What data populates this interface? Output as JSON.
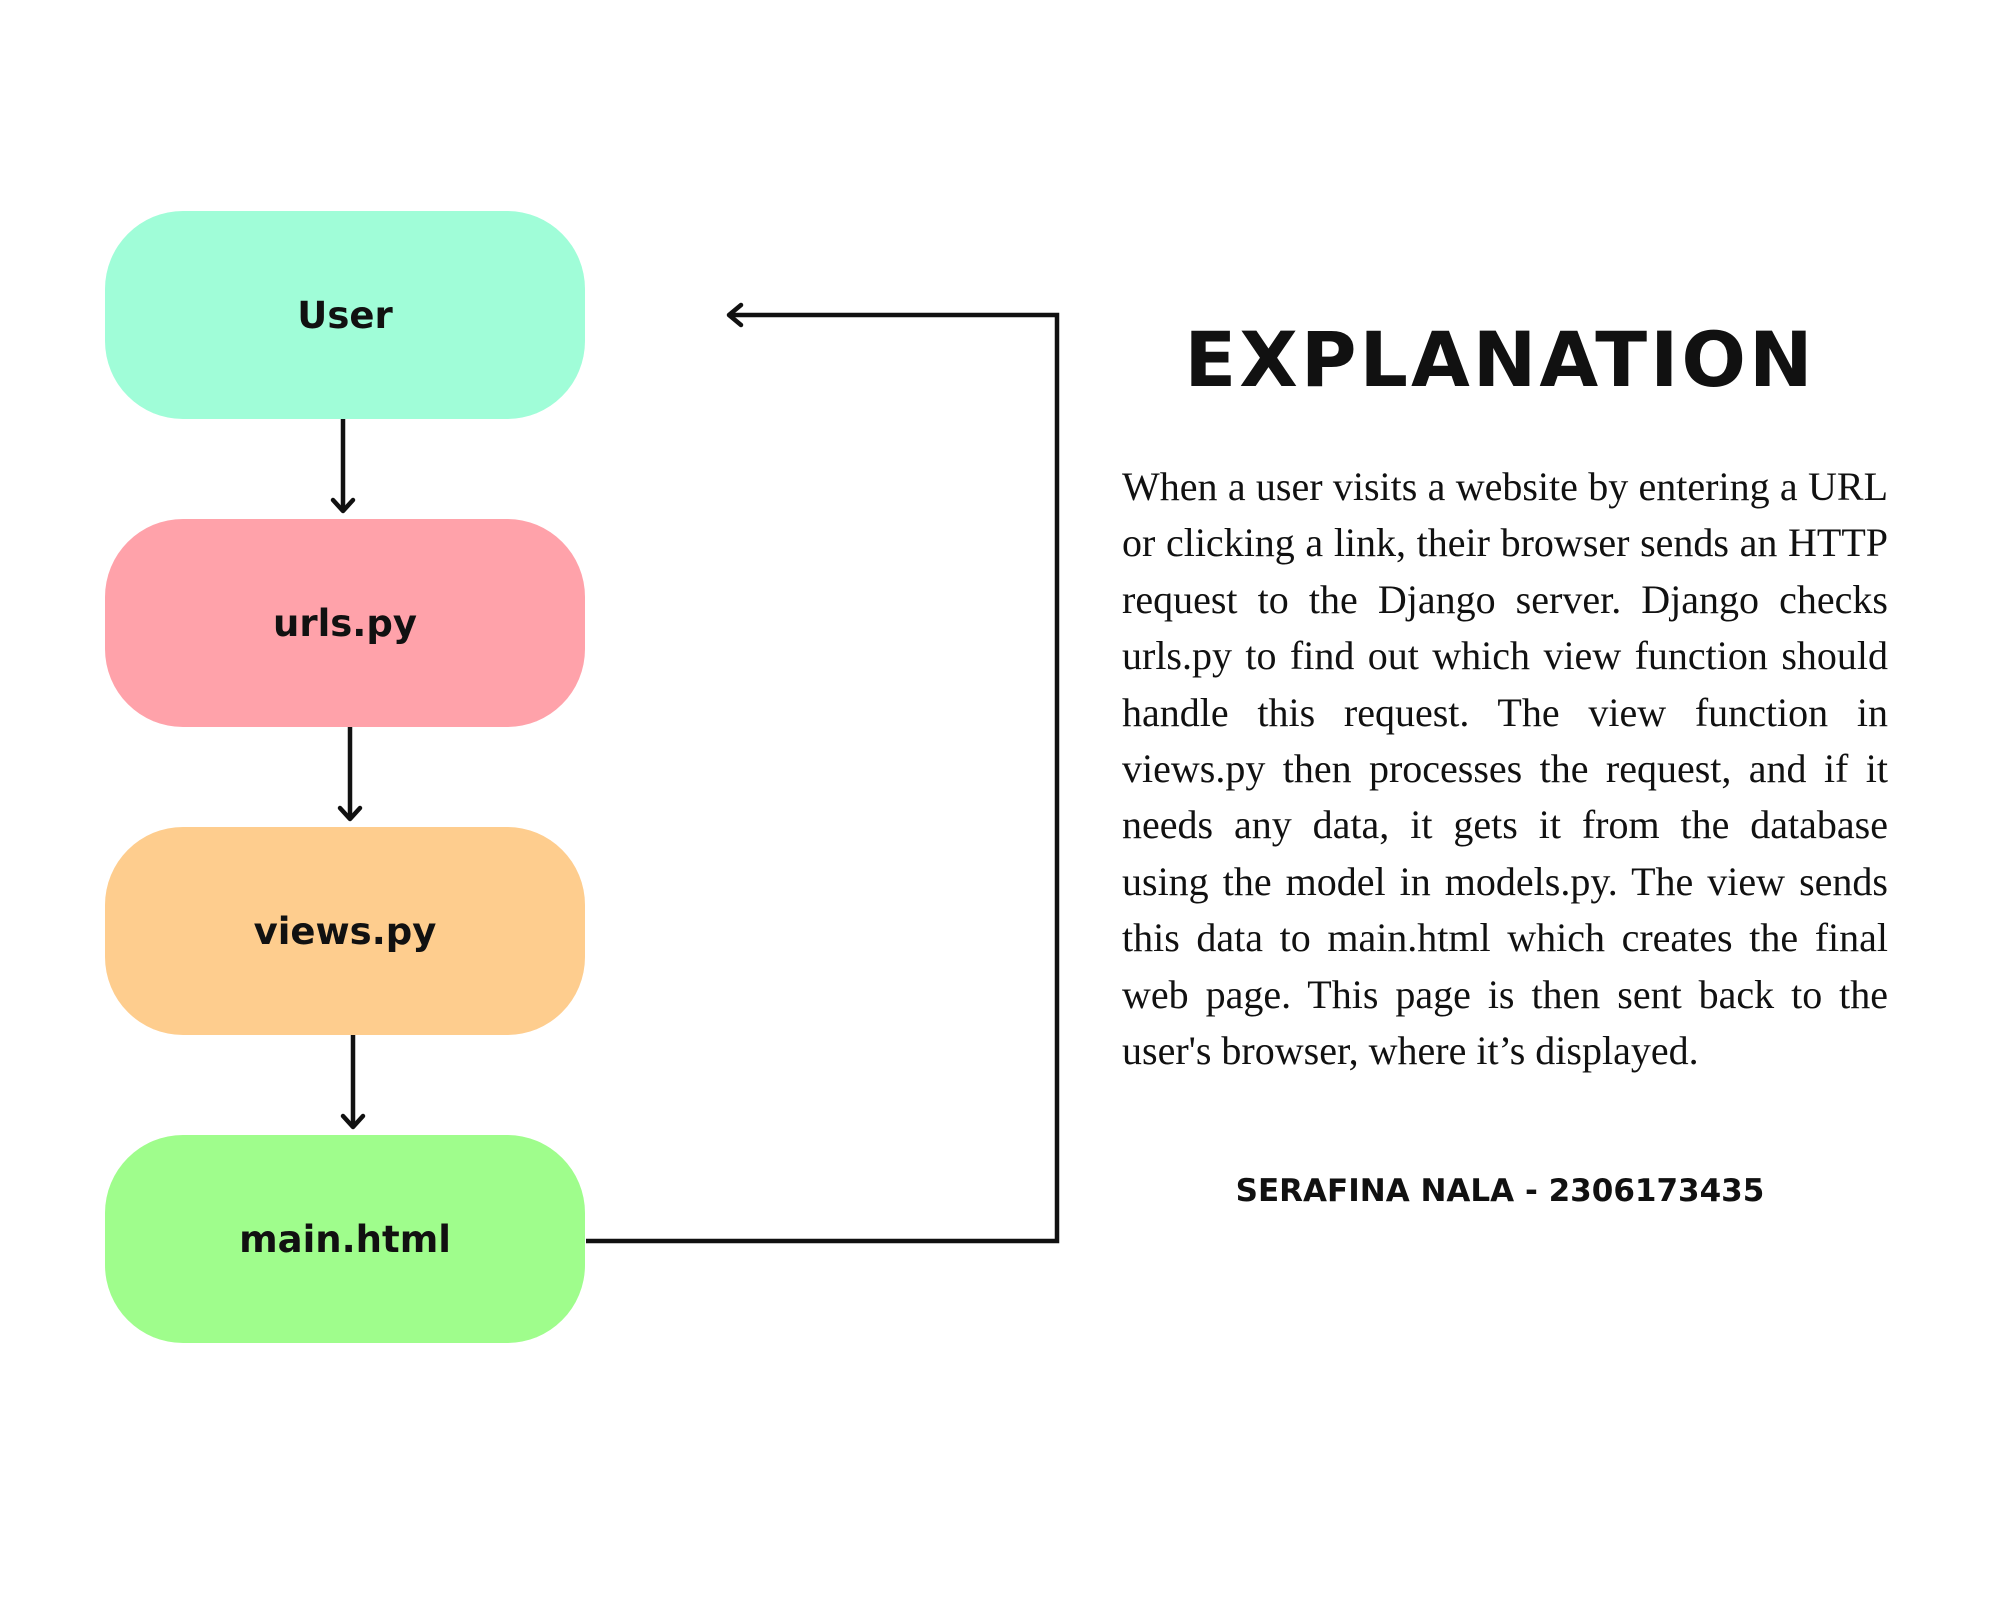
{
  "diagram": {
    "nodes": [
      {
        "id": "user",
        "label": "User",
        "color": "#a0fdd8"
      },
      {
        "id": "urls",
        "label": "urls.py",
        "color": "#ffa2aa"
      },
      {
        "id": "views",
        "label": "views.py",
        "color": "#fecd8e"
      },
      {
        "id": "main",
        "label": "main.html",
        "color": "#9ffd8c"
      }
    ],
    "edges": [
      {
        "from": "user",
        "to": "urls"
      },
      {
        "from": "urls",
        "to": "views"
      },
      {
        "from": "views",
        "to": "main"
      },
      {
        "from": "main",
        "to": "user"
      }
    ],
    "line_color": "#111111"
  },
  "explanation": {
    "title": "Explanation",
    "body": "When a user visits a website by entering a URL or clicking a link, their browser sends an HTTP request to the Django server. Django checks urls.py to find out which view function should handle this request. The view function in views.py then processes the request, and if it needs any data, it gets it from the database using the model in models.py. The view sends this data to main.html which creates the final web page. This page is then sent back to the user's browser, where it’s displayed.",
    "author": "Serafina Nala - 2306173435"
  }
}
